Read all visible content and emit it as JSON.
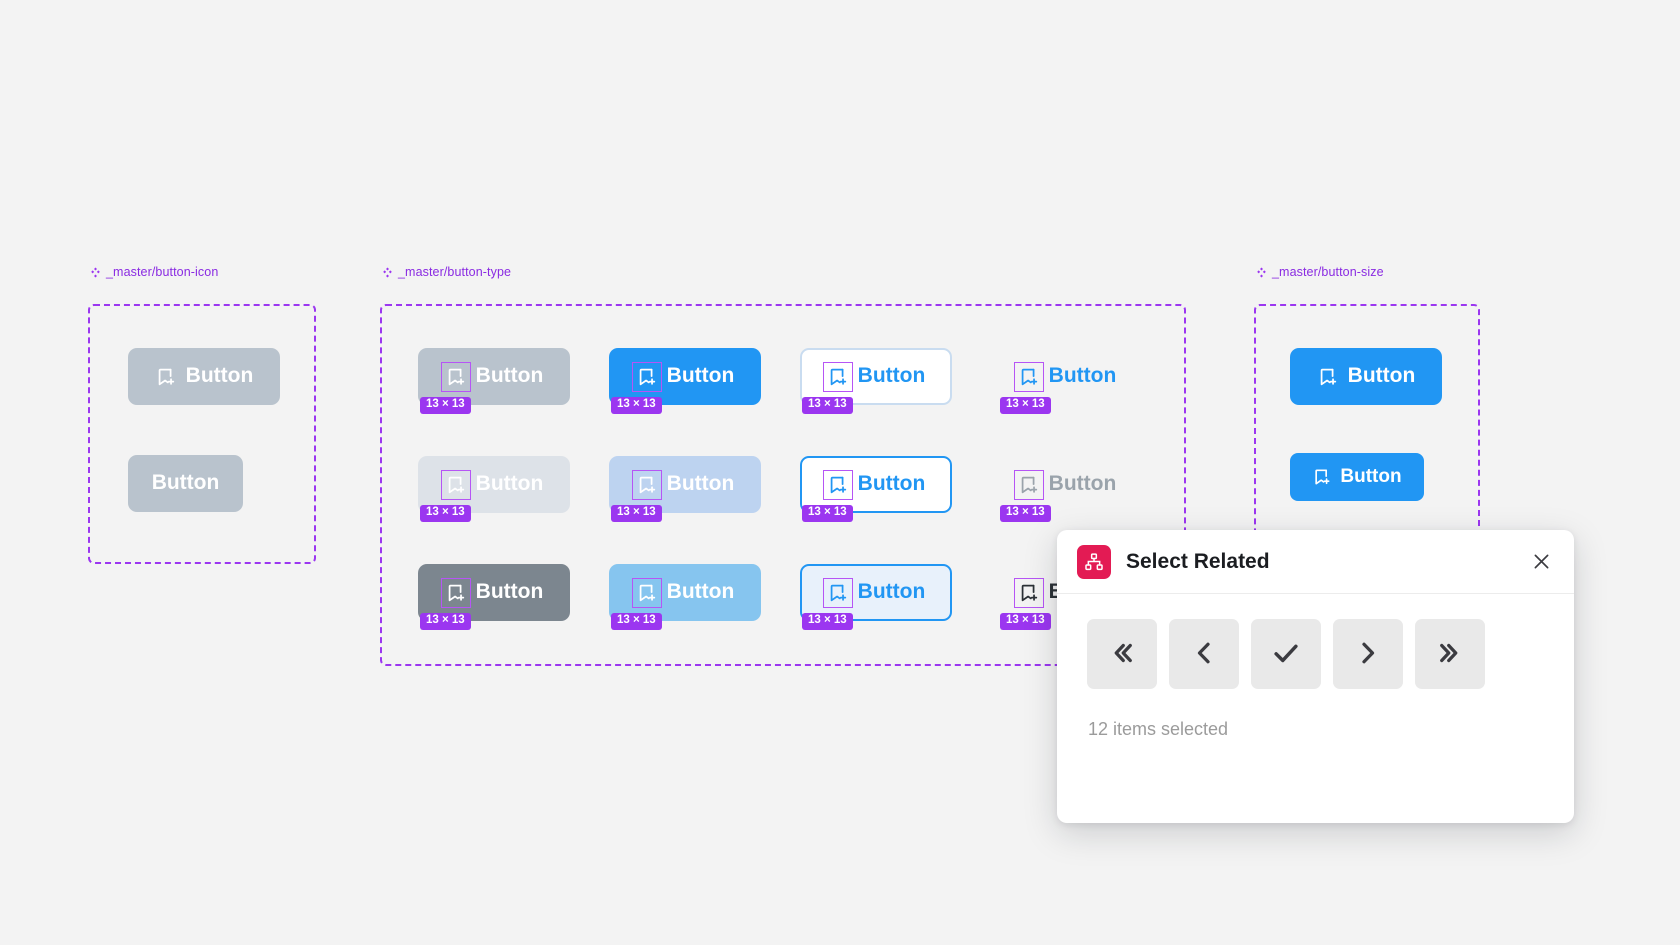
{
  "canvas": {
    "background": "#f3f3f3",
    "accent_purple": "#9b36f0",
    "accent_blue": "#2196f3"
  },
  "frames": [
    {
      "id": "button-icon",
      "label": "_master/button-icon",
      "icon": "diamond-component-icon"
    },
    {
      "id": "button-type",
      "label": "_master/button-type",
      "icon": "diamond-component-icon"
    },
    {
      "id": "button-size",
      "label": "_master/button-size",
      "icon": "diamond-component-icon"
    }
  ],
  "size_badge": "13 × 13",
  "buttons": {
    "label": "Button",
    "icon_name": "bookmark-add-icon"
  },
  "button_icon_frame": {
    "items": [
      {
        "name": "button-grey-with-icon",
        "label": "Button",
        "has_icon": true,
        "style": "solid-grey"
      },
      {
        "name": "button-grey-no-icon",
        "label": "Button",
        "has_icon": false,
        "style": "solid-grey"
      }
    ]
  },
  "button_type_frame": {
    "rows": [
      [
        {
          "name": "button-default-secondary",
          "label": "Button",
          "style": "solid-grey",
          "badge": "13 × 13"
        },
        {
          "name": "button-default-primary",
          "label": "Button",
          "style": "solid-blue",
          "badge": "13 × 13"
        },
        {
          "name": "button-default-outline",
          "label": "Button",
          "style": "outline-pale",
          "badge": "13 × 13"
        },
        {
          "name": "button-default-text",
          "label": "Button",
          "style": "text-blue",
          "badge": "13 × 13"
        }
      ],
      [
        {
          "name": "button-disabled-secondary",
          "label": "Button",
          "style": "pale-grey",
          "badge": "13 × 13"
        },
        {
          "name": "button-disabled-primary",
          "label": "Button",
          "style": "pale-blue",
          "badge": "13 × 13"
        },
        {
          "name": "button-hover-outline",
          "label": "Button",
          "style": "outline-blue",
          "badge": "13 × 13"
        },
        {
          "name": "button-disabled-text",
          "label": "Button",
          "style": "text-grey",
          "badge": "13 × 13"
        }
      ],
      [
        {
          "name": "button-pressed-secondary",
          "label": "Button",
          "style": "solid-grey-dk",
          "badge": "13 × 13"
        },
        {
          "name": "button-pressed-primary",
          "label": "Button",
          "style": "solid-blue-lt",
          "badge": "13 × 13"
        },
        {
          "name": "button-pressed-outline",
          "label": "Button",
          "style": "outline-tint",
          "badge": "13 × 13"
        },
        {
          "name": "button-pressed-text",
          "label": "Button",
          "style": "text-dark",
          "badge": "13 × 13"
        }
      ]
    ]
  },
  "button_size_frame": {
    "items": [
      {
        "name": "button-size-large",
        "label": "Button",
        "style": "solid-blue",
        "size": "large"
      },
      {
        "name": "button-size-small",
        "label": "Button",
        "style": "solid-blue",
        "size": "small"
      }
    ]
  },
  "plugin": {
    "title": "Select Related",
    "icon_name": "hierarchy-icon",
    "icon_color": "#e31b54",
    "close_icon": "close-icon",
    "status": "12 items selected",
    "nav_buttons": [
      {
        "name": "first-button",
        "icon": "double-chevron-left-icon"
      },
      {
        "name": "previous-button",
        "icon": "chevron-left-icon"
      },
      {
        "name": "confirm-button",
        "icon": "check-icon"
      },
      {
        "name": "next-button",
        "icon": "chevron-right-icon"
      },
      {
        "name": "last-button",
        "icon": "double-chevron-right-icon"
      }
    ]
  }
}
